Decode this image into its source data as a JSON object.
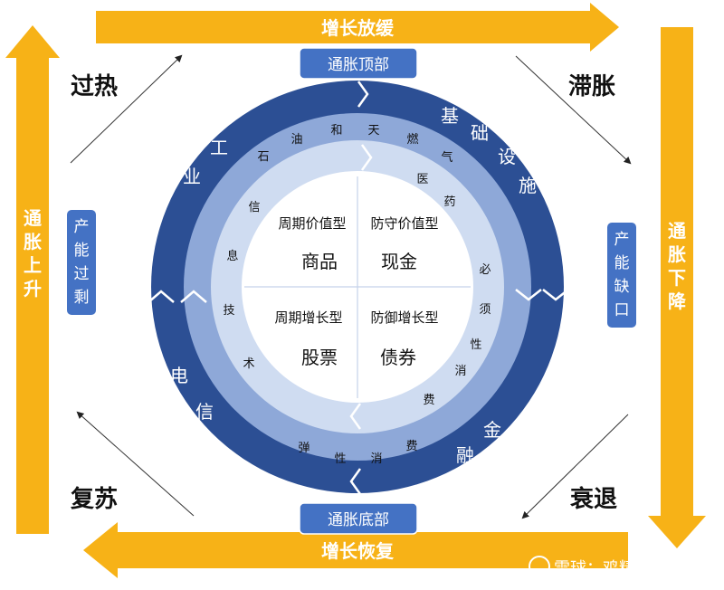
{
  "arrows": {
    "top": "增长放缓",
    "bottom": "增长恢复",
    "left": [
      "通",
      "胀",
      "上",
      "升"
    ],
    "right": [
      "通",
      "胀",
      "下",
      "降"
    ]
  },
  "corners": {
    "top_left": "过热",
    "top_right": "滞胀",
    "bottom_left": "复苏",
    "bottom_right": "衰退"
  },
  "badges": {
    "top": "通胀顶部",
    "bottom": "通胀底部",
    "left": [
      "产",
      "能",
      "过",
      "剩"
    ],
    "right": [
      "产",
      "能",
      "缺",
      "口"
    ]
  },
  "outer_ring": {
    "industry": [
      "工",
      "业"
    ],
    "infrastructure": [
      "基",
      "础",
      "设",
      "施"
    ],
    "telecom": [
      "电",
      "信"
    ],
    "finance": [
      "金",
      "融"
    ]
  },
  "middle_ring": {
    "oil": [
      "石",
      "油",
      "和",
      "天",
      "燃",
      "气"
    ],
    "info_tech": [
      "信",
      "息",
      "技",
      "术"
    ],
    "pharma": [
      "医",
      "药"
    ],
    "staples": [
      "必",
      "须",
      "性",
      "消",
      "费"
    ],
    "discretionary": [
      "弹",
      "性",
      "消",
      "费"
    ]
  },
  "quadrants": {
    "top_left": {
      "title": "周期价值型",
      "asset": "商品"
    },
    "top_right": {
      "title": "防守价值型",
      "asset": "现金"
    },
    "bottom_left": {
      "title": "周期增长型",
      "asset": "股票"
    },
    "bottom_right": {
      "title": "防御增长型",
      "asset": "债券"
    }
  },
  "watermark": "雪球：鸡精锦鲤",
  "colors": {
    "arrow": "#f7b217",
    "outer_ring": "#2c4f94",
    "middle_ring": "#8ea8d8",
    "inner_ring": "#cfdcf1",
    "center": "#ffffff",
    "badge": "#4472c4"
  }
}
